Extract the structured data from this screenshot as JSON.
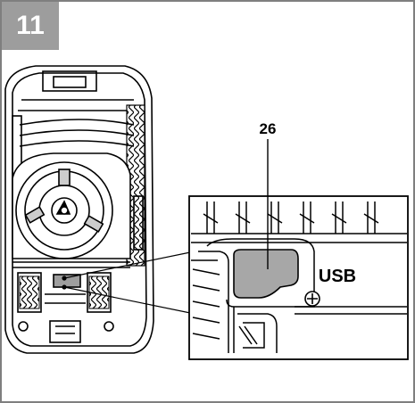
{
  "figure": {
    "number": "11",
    "callouts": [
      {
        "id": "part-number",
        "text": "26"
      },
      {
        "id": "port-label",
        "text": "USB"
      }
    ]
  }
}
